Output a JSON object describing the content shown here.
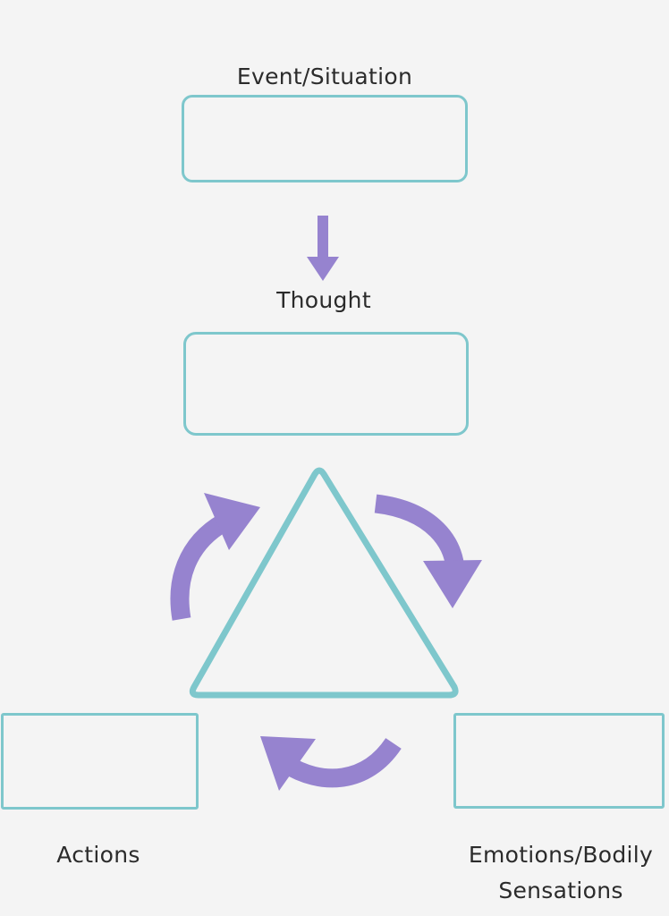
{
  "labels": {
    "event": "Event/Situation",
    "thought": "Thought",
    "actions": "Actions",
    "emotions_line1": "Emotions/Bodily",
    "emotions_line2": "Sensations"
  },
  "colors": {
    "background": "#f4f4f4",
    "box_border": "#7ec7cc",
    "triangle": "#7ec7cc",
    "arrow": "#9683cf",
    "text": "#2b2b2b"
  }
}
